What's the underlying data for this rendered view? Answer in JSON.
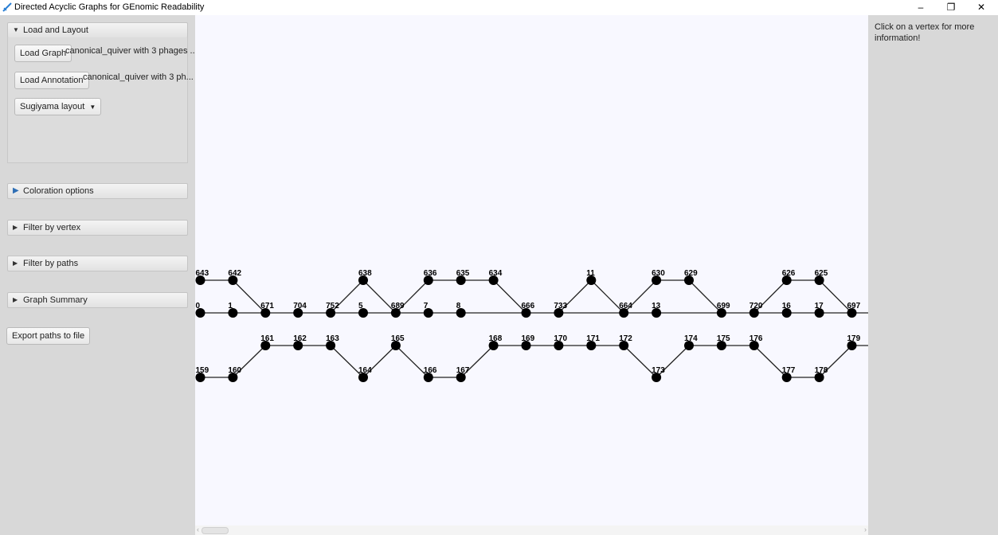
{
  "window": {
    "title": "Directed Acyclic Graphs for GEnomic Readability",
    "icon": "dagger-icon",
    "minimize": "–",
    "restore": "❐",
    "close": "✕"
  },
  "sidebar": {
    "load_layout": {
      "header": "Load and Layout",
      "load_graph_label": "Load Graph",
      "graph_file": "canonical_quiver with 3 phages ...",
      "load_annotation_label": "Load Annotation",
      "annotation_file": "canonical_quiver with 3 ph...",
      "layout_select": "Sugiyama layout"
    },
    "coloration": "Coloration options",
    "filter_vertex": "Filter by vertex",
    "filter_paths": "Filter by paths",
    "graph_summary": "Graph Summary",
    "export_label": "Export paths to file"
  },
  "info": {
    "text": "Click on a vertex for more information!"
  },
  "graph": {
    "node_color": "#000000",
    "background": "#f8f8ff",
    "nodes": [
      {
        "id": "643",
        "col": 0,
        "row": 0
      },
      {
        "id": "642",
        "col": 1,
        "row": 0
      },
      {
        "id": "638",
        "col": 5,
        "row": 0
      },
      {
        "id": "636",
        "col": 7,
        "row": 0
      },
      {
        "id": "635",
        "col": 8,
        "row": 0
      },
      {
        "id": "634",
        "col": 9,
        "row": 0
      },
      {
        "id": "11",
        "col": 12,
        "row": 0
      },
      {
        "id": "630",
        "col": 14,
        "row": 0
      },
      {
        "id": "629",
        "col": 15,
        "row": 0
      },
      {
        "id": "626",
        "col": 18,
        "row": 0
      },
      {
        "id": "625",
        "col": 19,
        "row": 0
      },
      {
        "id": "0",
        "col": 0,
        "row": 1
      },
      {
        "id": "1",
        "col": 1,
        "row": 1
      },
      {
        "id": "671",
        "col": 2,
        "row": 1
      },
      {
        "id": "704",
        "col": 3,
        "row": 1
      },
      {
        "id": "752",
        "col": 4,
        "row": 1
      },
      {
        "id": "5",
        "col": 5,
        "row": 1
      },
      {
        "id": "689",
        "col": 6,
        "row": 1
      },
      {
        "id": "7",
        "col": 7,
        "row": 1
      },
      {
        "id": "8",
        "col": 8,
        "row": 1
      },
      {
        "id": "666",
        "col": 10,
        "row": 1
      },
      {
        "id": "733",
        "col": 11,
        "row": 1
      },
      {
        "id": "664",
        "col": 13,
        "row": 1
      },
      {
        "id": "13",
        "col": 14,
        "row": 1
      },
      {
        "id": "699",
        "col": 16,
        "row": 1
      },
      {
        "id": "720",
        "col": 17,
        "row": 1
      },
      {
        "id": "16",
        "col": 18,
        "row": 1
      },
      {
        "id": "17",
        "col": 19,
        "row": 1
      },
      {
        "id": "697",
        "col": 20,
        "row": 1
      },
      {
        "id": "161",
        "col": 2,
        "row": 2
      },
      {
        "id": "162",
        "col": 3,
        "row": 2
      },
      {
        "id": "163",
        "col": 4,
        "row": 2
      },
      {
        "id": "165",
        "col": 6,
        "row": 2
      },
      {
        "id": "168",
        "col": 9,
        "row": 2
      },
      {
        "id": "169",
        "col": 10,
        "row": 2
      },
      {
        "id": "170",
        "col": 11,
        "row": 2
      },
      {
        "id": "171",
        "col": 12,
        "row": 2
      },
      {
        "id": "172",
        "col": 13,
        "row": 2
      },
      {
        "id": "174",
        "col": 15,
        "row": 2
      },
      {
        "id": "175",
        "col": 16,
        "row": 2
      },
      {
        "id": "176",
        "col": 17,
        "row": 2
      },
      {
        "id": "179",
        "col": 20,
        "row": 2
      },
      {
        "id": "159",
        "col": 0,
        "row": 3
      },
      {
        "id": "160",
        "col": 1,
        "row": 3
      },
      {
        "id": "164",
        "col": 5,
        "row": 3
      },
      {
        "id": "166",
        "col": 7,
        "row": 3
      },
      {
        "id": "167",
        "col": 8,
        "row": 3
      },
      {
        "id": "173",
        "col": 14,
        "row": 3
      },
      {
        "id": "177",
        "col": 18,
        "row": 3
      },
      {
        "id": "178",
        "col": 19,
        "row": 3
      }
    ],
    "edges": [
      [
        "643",
        "642"
      ],
      [
        "642",
        "671"
      ],
      [
        "0",
        "1"
      ],
      [
        "1",
        "671"
      ],
      [
        "671",
        "704"
      ],
      [
        "704",
        "752"
      ],
      [
        "752",
        "638"
      ],
      [
        "752",
        "5"
      ],
      [
        "638",
        "689"
      ],
      [
        "5",
        "689"
      ],
      [
        "689",
        "636"
      ],
      [
        "689",
        "7"
      ],
      [
        "636",
        "635"
      ],
      [
        "635",
        "634"
      ],
      [
        "634",
        "666"
      ],
      [
        "7",
        "8"
      ],
      [
        "8",
        "666"
      ],
      [
        "666",
        "733"
      ],
      [
        "733",
        "11"
      ],
      [
        "733",
        "664"
      ],
      [
        "11",
        "664"
      ],
      [
        "664",
        "630"
      ],
      [
        "664",
        "13"
      ],
      [
        "630",
        "629"
      ],
      [
        "629",
        "699"
      ],
      [
        "13",
        "699"
      ],
      [
        "699",
        "720"
      ],
      [
        "720",
        "626"
      ],
      [
        "720",
        "16"
      ],
      [
        "626",
        "625"
      ],
      [
        "625",
        "697"
      ],
      [
        "16",
        "17"
      ],
      [
        "17",
        "697"
      ],
      [
        "159",
        "160"
      ],
      [
        "160",
        "161"
      ],
      [
        "161",
        "162"
      ],
      [
        "162",
        "163"
      ],
      [
        "163",
        "164"
      ],
      [
        "164",
        "165"
      ],
      [
        "165",
        "166"
      ],
      [
        "166",
        "167"
      ],
      [
        "167",
        "168"
      ],
      [
        "168",
        "169"
      ],
      [
        "169",
        "170"
      ],
      [
        "170",
        "171"
      ],
      [
        "171",
        "172"
      ],
      [
        "172",
        "173"
      ],
      [
        "173",
        "174"
      ],
      [
        "174",
        "175"
      ],
      [
        "175",
        "176"
      ],
      [
        "176",
        "177"
      ],
      [
        "177",
        "178"
      ],
      [
        "178",
        "179"
      ]
    ],
    "offscreen_edges": [
      "697",
      "179"
    ]
  }
}
